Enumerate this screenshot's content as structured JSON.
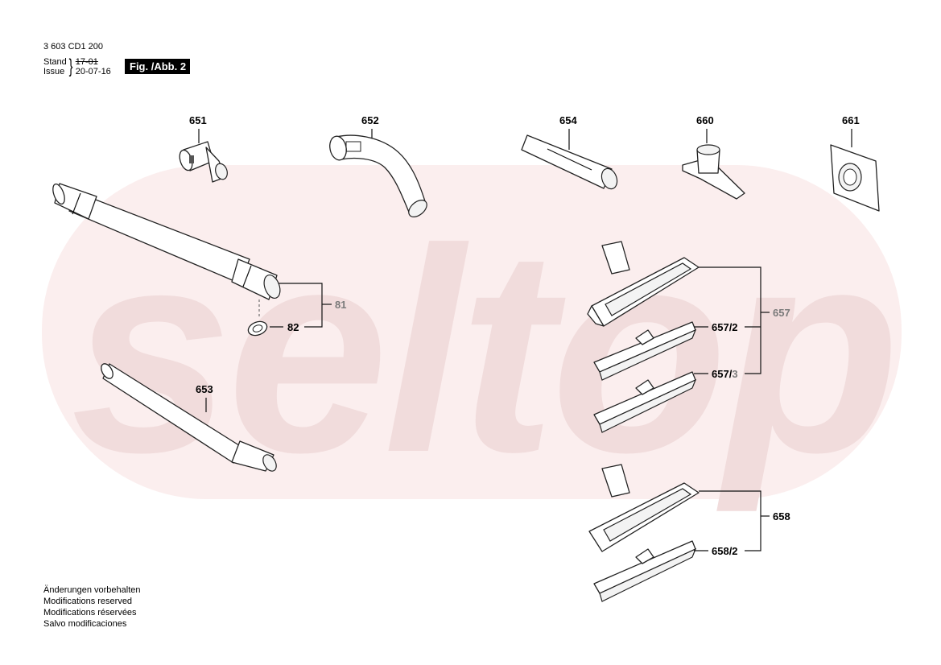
{
  "header": {
    "doc_number": "3 603 CD1 200",
    "stand_label": "Stand",
    "issue_label": "Issue",
    "stand_value_old": "17-01",
    "issue_value": "20-07-16",
    "figure_badge": "Fig. /Abb. 2"
  },
  "watermark": {
    "text": "seltop",
    "color": "#f5e4e4"
  },
  "parts": {
    "p651": "651",
    "p652": "652",
    "p654": "654",
    "p660": "660",
    "p661": "661",
    "p653": "653",
    "p81": "81",
    "p82": "82",
    "p657": "657",
    "p657_2_main": "657/2",
    "p657_3_main": "657/",
    "p657_3_suffix": "3",
    "p658": "658",
    "p658_2": "658/2"
  },
  "footer": {
    "lines": [
      "Änderungen vorbehalten",
      "Modifications reserved",
      "Modifications réservées",
      "Salvo modificaciones"
    ]
  }
}
